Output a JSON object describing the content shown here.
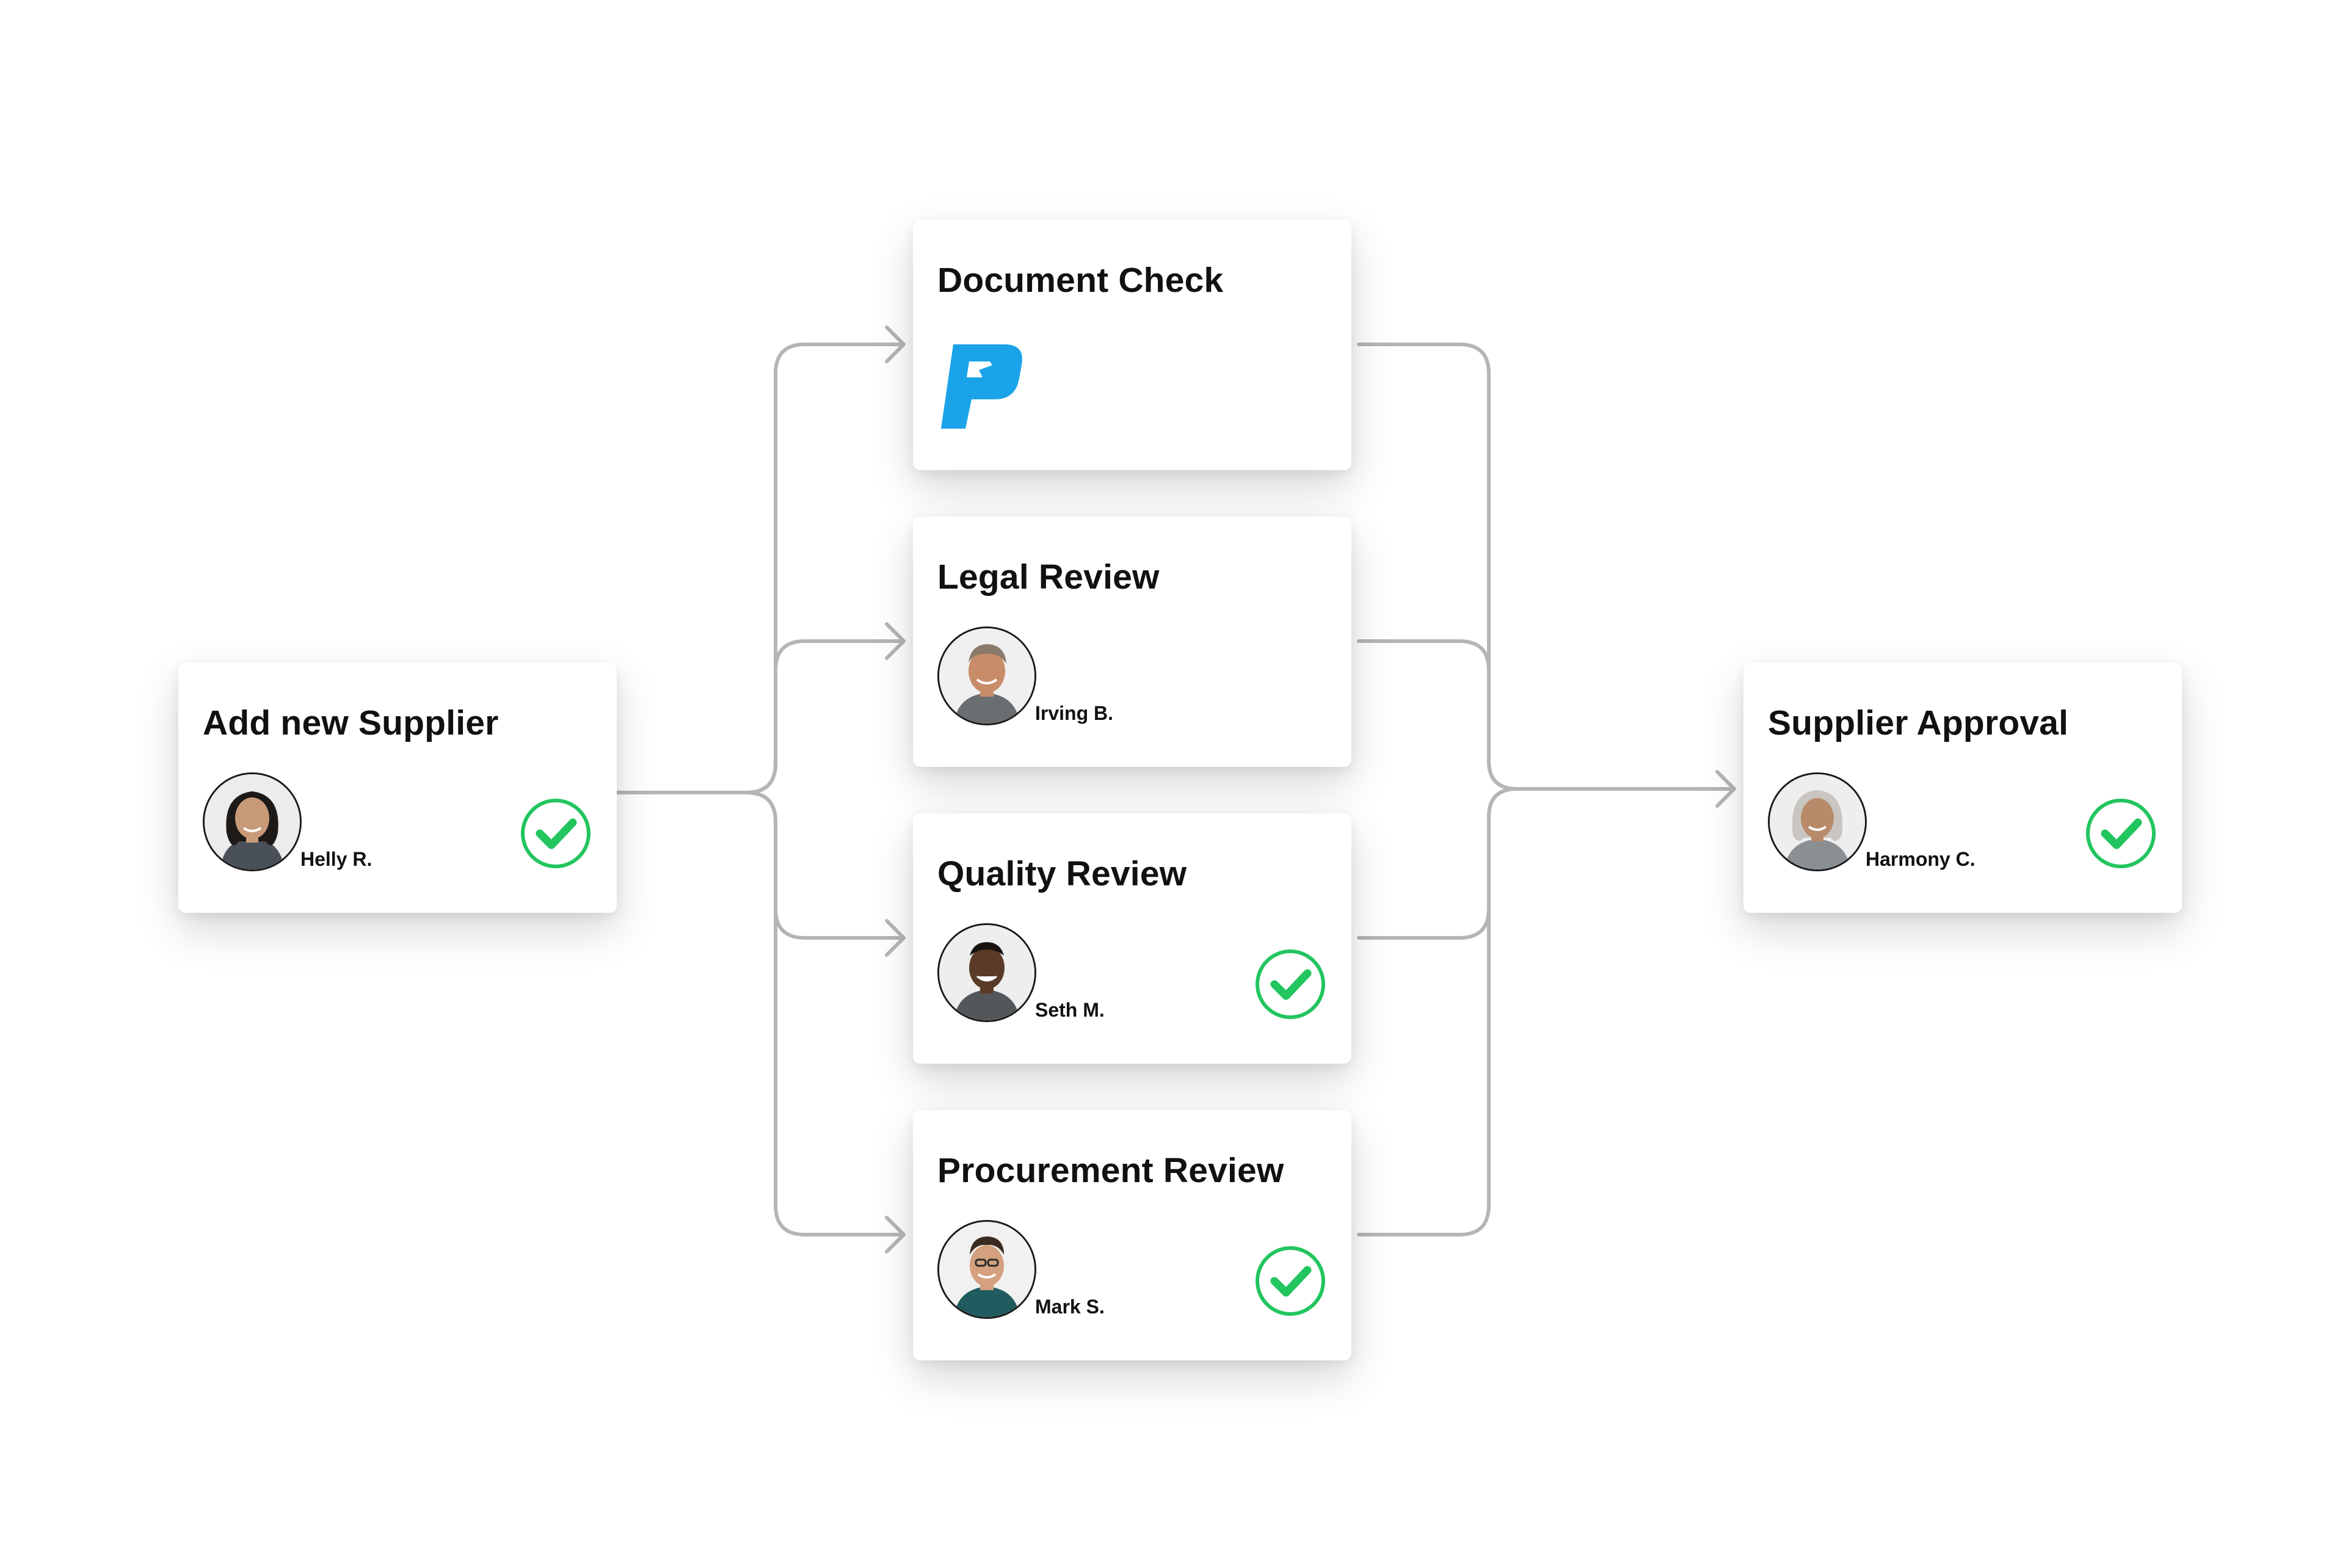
{
  "nodes": {
    "add_supplier": {
      "title": "Add new Supplier",
      "person": "Helly R."
    },
    "document_check": {
      "title": "Document Check",
      "logo": "blue-p-logo-icon"
    },
    "legal_review": {
      "title": "Legal Review",
      "person": "Irving B."
    },
    "quality_review": {
      "title": "Quality Review",
      "person": "Seth M."
    },
    "procurement_review": {
      "title": "Procurement Review",
      "person": "Mark S."
    },
    "supplier_approval": {
      "title": "Supplier Approval",
      "person": "Harmony C."
    }
  },
  "status": {
    "add_supplier": "completed",
    "document_check": "pending",
    "legal_review": "pending",
    "quality_review": "completed",
    "procurement_review": "completed",
    "supplier_approval": "completed"
  },
  "colors": {
    "check_green": "#22c55e",
    "logo_blue": "#1aa3e8",
    "connector_gray": "#b5b5b5"
  }
}
